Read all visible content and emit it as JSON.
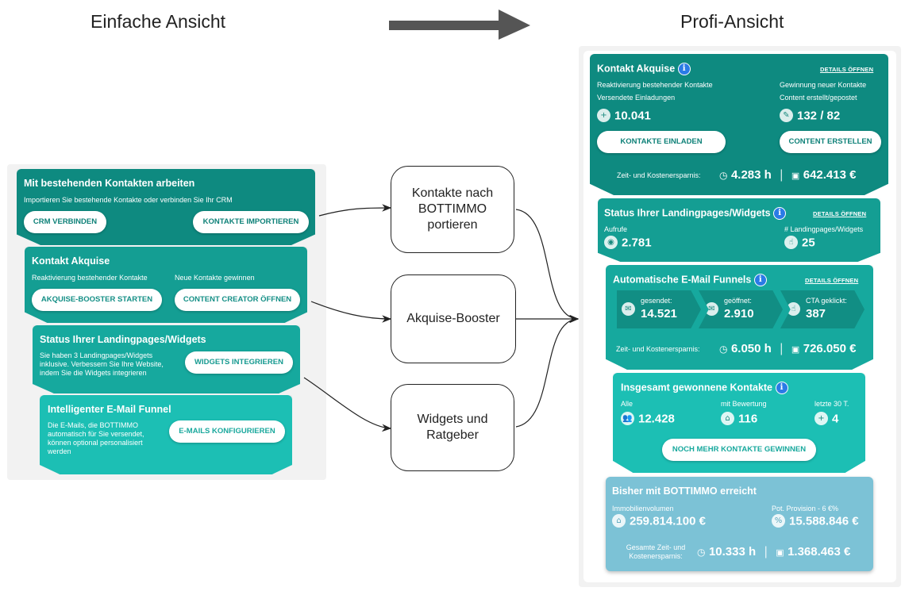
{
  "headings": {
    "left": "Einfache Ansicht",
    "right": "Profi-Ansicht"
  },
  "simple": {
    "c1": {
      "title": "Mit bestehenden Kontakten arbeiten",
      "sub": "Importieren Sie bestehende Kontakte oder verbinden Sie Ihr CRM",
      "btn1": "CRM VERBINDEN",
      "btn2": "KONTAKTE IMPORTIEREN"
    },
    "c2": {
      "title": "Kontakt Akquise",
      "sub1": "Reaktivierung bestehender Kontakte",
      "sub2": "Neue Kontakte gewinnen",
      "btn1": "AKQUISE-BOOSTER STARTEN",
      "btn2": "CONTENT CREATOR ÖFFNEN"
    },
    "c3": {
      "title": "Status Ihrer Landingpages/Widgets",
      "text": "Sie haben 3 Landingpages/Widgets inklusive. Verbessern Sie Ihre Website, indem Sie die Widgets integrieren",
      "btn": "WIDGETS INTEGRIEREN"
    },
    "c4": {
      "title": "Intelligenter E-Mail Funnel",
      "text": "Die E-Mails, die BOTTIMMO automatisch für Sie versendet, können optional personalisiert werden",
      "btn": "E-MAILS KONFIGURIEREN"
    }
  },
  "nodes": {
    "n1": "Kontakte nach BOTTIMMO portieren",
    "n2": "Akquise-Booster",
    "n3": "Widgets und Ratgeber"
  },
  "pro": {
    "info_icon": "i",
    "c1": {
      "title": "Kontakt Akquise",
      "link": "DETAILS ÖFFNEN",
      "l1": "Reaktivierung bestehender Kontakte",
      "l2": "Versendete Einladungen",
      "r1": "Gewinnung neuer Kontakte",
      "r2": "Content erstellt/gepostet",
      "v1": "10.041",
      "v2": "132 / 82",
      "btn1": "KONTAKTE EINLADEN",
      "btn2": "CONTENT ERSTELLEN",
      "foot_label": "Zeit- und Kostenersparnis:",
      "foot_time": "4.283 h",
      "sep": "|",
      "foot_money": "642.413 €"
    },
    "c2": {
      "title": "Status Ihrer Landingpages/Widgets",
      "link": "DETAILS ÖFFNEN",
      "l1": "Aufrufe",
      "r1": "# Landingpages/Widgets",
      "v1": "2.781",
      "v2": "25"
    },
    "c3": {
      "title": "Automatische E-Mail Funnels",
      "link": "DETAILS ÖFFNEN",
      "steps": [
        {
          "label": "gesendet:",
          "value": "14.521"
        },
        {
          "label": "geöffnet:",
          "value": "2.910"
        },
        {
          "label": "CTA geklickt:",
          "value": "387"
        }
      ],
      "foot_label": "Zeit- und Kostenersparnis:",
      "foot_time": "6.050 h",
      "sep": "|",
      "foot_money": "726.050 €"
    },
    "c4": {
      "title": "Insgesamt gewonnene Kontakte",
      "l1": "Alle",
      "l2": "mit Bewertung",
      "l3": "letzte 30 T.",
      "v1": "12.428",
      "v2": "116",
      "v3": "4",
      "btn": "NOCH MEHR KONTAKTE GEWINNEN"
    },
    "c5": {
      "title": "Bisher mit BOTTIMMO erreicht",
      "l1": "Immobilienvolumen",
      "r1": "Pot. Provision - 6 €%",
      "v1": "259.814.100 €",
      "v2": "15.588.846 €",
      "foot_label": "Gesamte Zeit- und Kostenersparnis:",
      "foot_time": "10.333 h",
      "sep": "|",
      "foot_money": "1.368.463 €"
    }
  },
  "colors": {
    "teal_dark": "#0e8a80",
    "teal_mid": "#16a99e",
    "teal_light": "#1cbfb4",
    "blue_card": "#7cc2d6",
    "arrow_gray": "#555555"
  }
}
